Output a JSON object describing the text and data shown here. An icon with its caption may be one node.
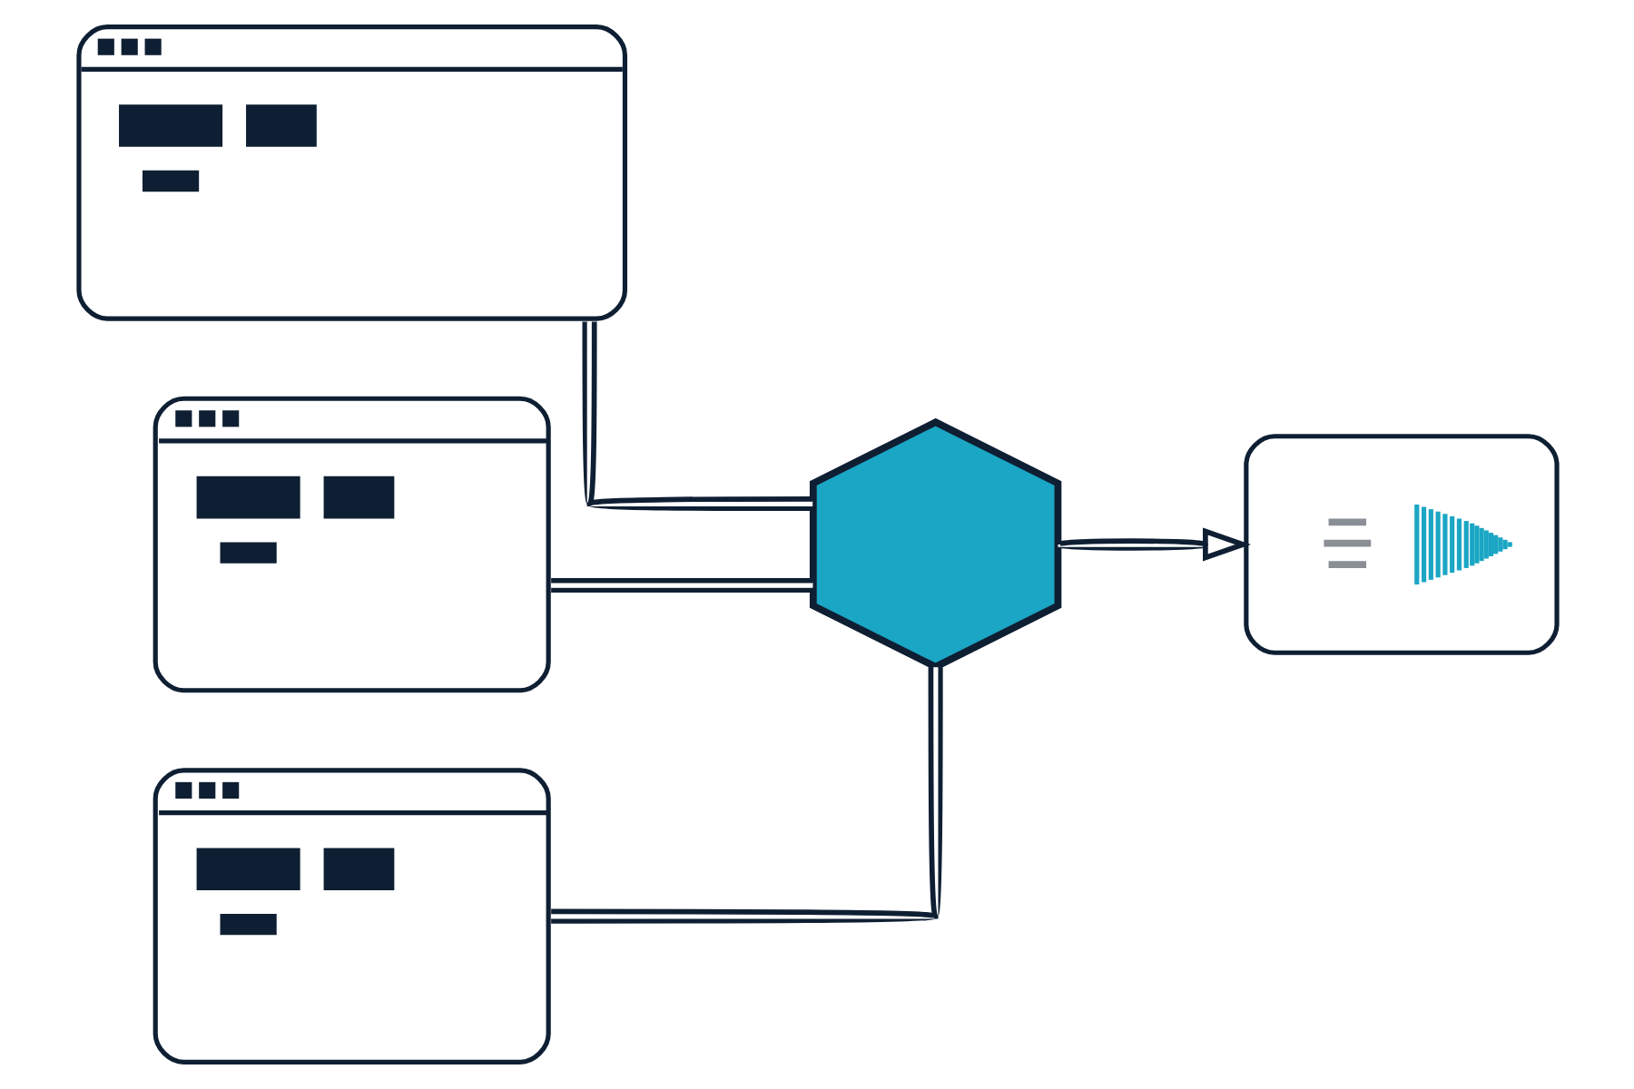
{
  "diagram": {
    "nodes": [
      {
        "text": [],
        "shape": "window"
      },
      {
        "text": [],
        "shape": "window"
      },
      {
        "text": [],
        "shape": "window"
      },
      {
        "text": [],
        "shape": "hexagon"
      },
      {
        "text": [],
        "shape": "box"
      }
    ],
    "edges": [
      {
        "from": 0,
        "to": 3,
        "arrow": "none"
      },
      {
        "from": 1,
        "to": 3,
        "arrow": "none"
      },
      {
        "from": 2,
        "to": 3,
        "arrow": "none"
      },
      {
        "from": 3,
        "to": 4,
        "arrow": "to"
      }
    ]
  }
}
